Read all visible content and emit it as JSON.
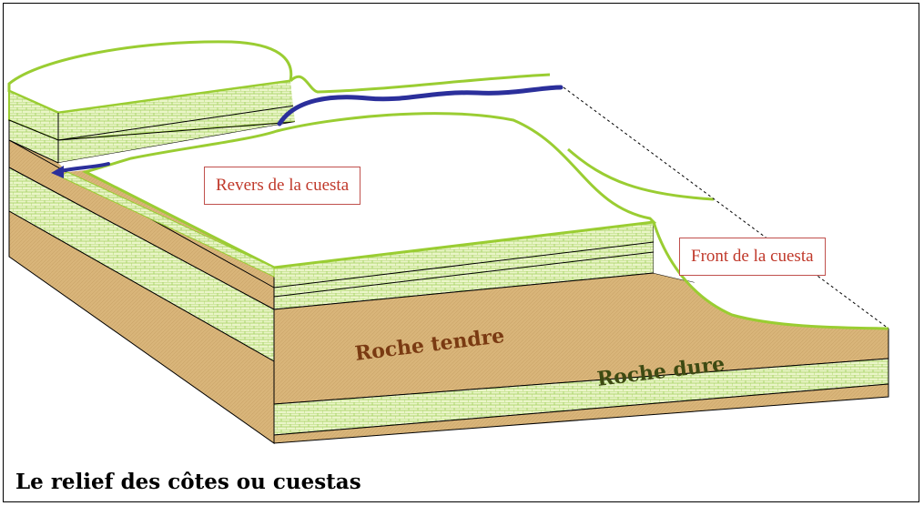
{
  "labels": {
    "revers": "Revers de la cuesta",
    "front": "Front de la cuesta",
    "soft_rock": "Roche tendre",
    "hard_rock": "Roche dure"
  },
  "caption": "Le relief des côtes ou cuestas",
  "colors": {
    "soft_rock": "#d9b57a",
    "hard_rock": "#eaf5c8",
    "surface_outline": "#9acd32",
    "river": "#2b2f9b",
    "label_border": "#c0504d",
    "label_text": "#c0392b",
    "soft_rock_text": "#7a3a12",
    "hard_rock_text": "#3d4a12"
  }
}
